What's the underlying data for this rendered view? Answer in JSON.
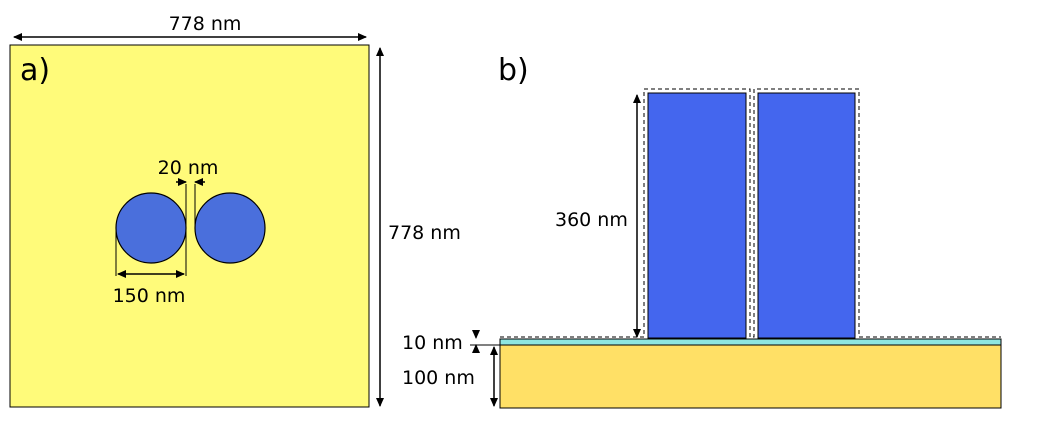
{
  "panel_a": {
    "label": "a)",
    "width_label": "778 nm",
    "height_label": "778 nm",
    "gap_label": "20 nm",
    "diameter_label": "150 nm"
  },
  "panel_b": {
    "label": "b)",
    "height_label": "360 nm",
    "layer_label": "10 nm",
    "substrate_label": "100 nm"
  },
  "colors": {
    "box_fill": "#fffb7a",
    "particle_fill": "#4a6fdc",
    "pillar_fill": "#4466ee",
    "substrate_fill": "#ffe066",
    "layer_fill": "#8ee6e0",
    "stroke": "#000000"
  }
}
